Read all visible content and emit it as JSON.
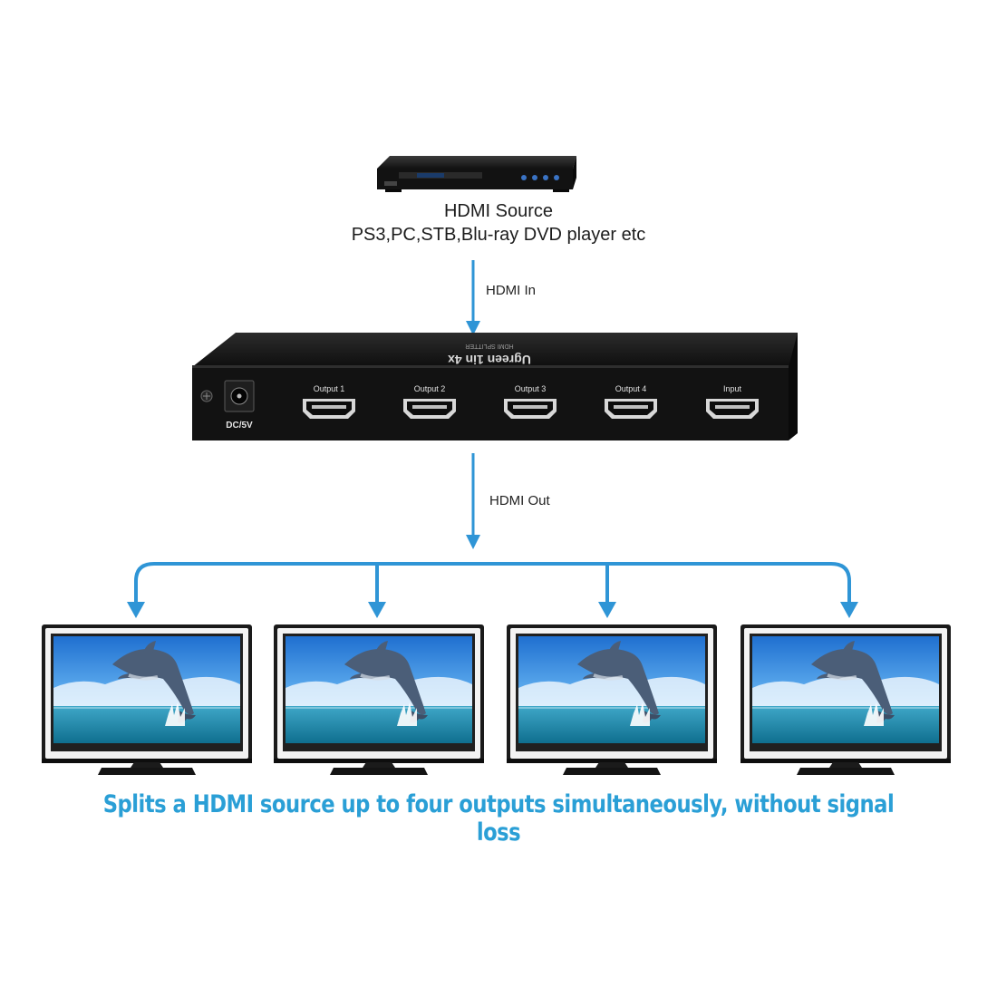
{
  "source": {
    "title": "HDMI Source",
    "subtitle": "PS3,PC,STB,Blu-ray DVD player etc"
  },
  "flow": {
    "in_label": "HDMI  In",
    "out_label": "HDMI Out"
  },
  "splitter": {
    "brand_text": "Ugreen 1in 4x",
    "sub_text": "HDMI SPLITTER",
    "power_label": "DC/5V",
    "ports": [
      "Output 1",
      "Output 2",
      "Output 3",
      "Output 4",
      "Input"
    ]
  },
  "displays": [
    "tv-1",
    "tv-2",
    "tv-3",
    "tv-4"
  ],
  "caption": "Splits a HDMI source up to four outputs simultaneously, without signal loss",
  "colors": {
    "arrow": "#2f95d6",
    "caption": "#2a9fd6",
    "device": "#141414"
  }
}
